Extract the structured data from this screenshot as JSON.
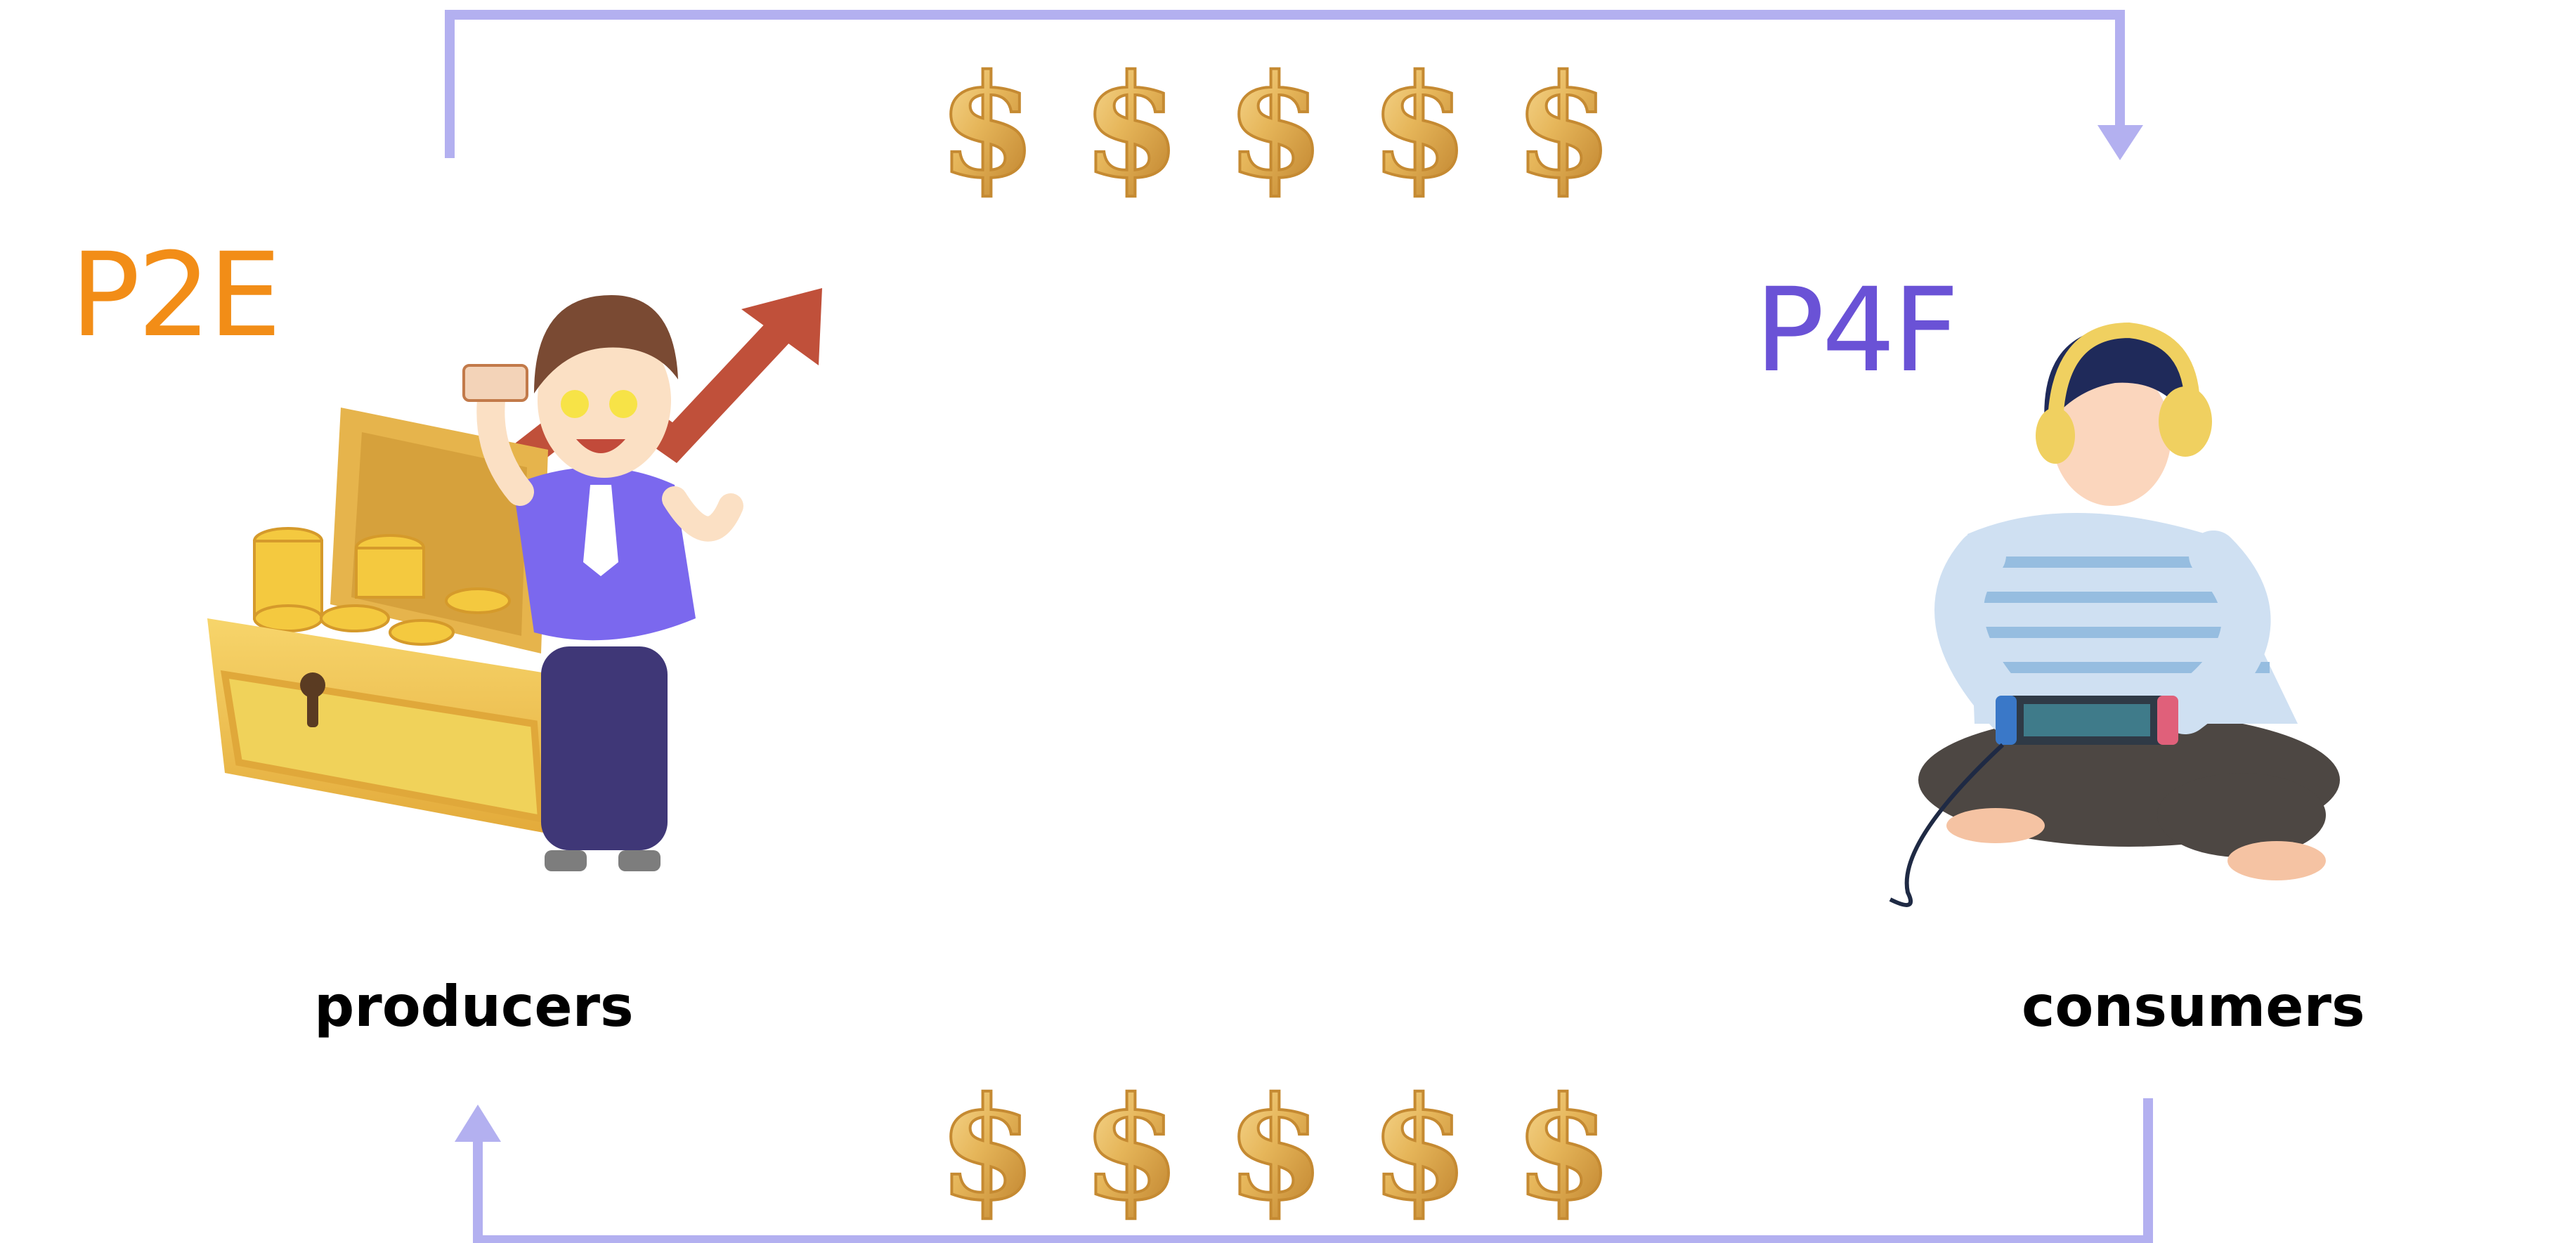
{
  "labels": {
    "p2e": "P2E",
    "p4f": "P4F",
    "producers": "producers",
    "consumers": "consumers"
  },
  "symbols": {
    "coin": "$"
  },
  "colors": {
    "arrow": "#b3b0f0",
    "p2e": "#f28d17",
    "p4f": "#6a52d6",
    "coin_light": "#f3cd78",
    "coin_dark": "#c58a32"
  },
  "icons": {
    "producer": "person-with-treasure-chest-icon",
    "consumer": "person-with-game-console-icon"
  }
}
